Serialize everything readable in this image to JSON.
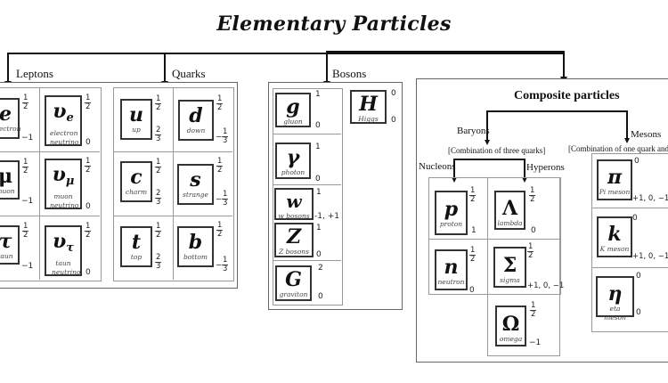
{
  "title": "Elementary Particles",
  "categories": {
    "leptons": "Leptons",
    "quarks": "Quarks",
    "bosons": "Bosons",
    "composite": "Composite particles"
  },
  "leptons": [
    {
      "symbol": "e",
      "sub": "",
      "name": "electron",
      "spin": [
        "1",
        "2"
      ],
      "charge": "−1"
    },
    {
      "symbol": "υ",
      "sub": "e",
      "name": "electron neutrino",
      "spin": [
        "1",
        "2"
      ],
      "charge": "0"
    },
    {
      "symbol": "μ",
      "sub": "",
      "name": "muon",
      "spin": [
        "1",
        "2"
      ],
      "charge": "−1"
    },
    {
      "symbol": "υ",
      "sub": "μ",
      "name": "muon neutrino",
      "spin": [
        "1",
        "2"
      ],
      "charge": "0"
    },
    {
      "symbol": "τ",
      "sub": "",
      "name": "taun",
      "spin": [
        "1",
        "2"
      ],
      "charge": "−1"
    },
    {
      "symbol": "υ",
      "sub": "τ",
      "name": "taun neutrino",
      "spin": [
        "1",
        "2"
      ],
      "charge": "0"
    }
  ],
  "quarks": [
    {
      "symbol": "u",
      "name": "up",
      "spin": [
        "1",
        "2"
      ],
      "charge": [
        "2",
        "3"
      ],
      "negative": false
    },
    {
      "symbol": "d",
      "name": "down",
      "spin": [
        "1",
        "2"
      ],
      "charge": [
        "1",
        "3"
      ],
      "negative": true
    },
    {
      "symbol": "c",
      "name": "charm",
      "spin": [
        "1",
        "2"
      ],
      "charge": [
        "2",
        "3"
      ],
      "negative": false
    },
    {
      "symbol": "s",
      "name": "strange",
      "spin": [
        "1",
        "2"
      ],
      "charge": [
        "1",
        "3"
      ],
      "negative": true
    },
    {
      "symbol": "t",
      "name": "top",
      "spin": [
        "1",
        "2"
      ],
      "charge": [
        "2",
        "3"
      ],
      "negative": false
    },
    {
      "symbol": "b",
      "name": "bottom",
      "spin": [
        "1",
        "2"
      ],
      "charge": [
        "1",
        "3"
      ],
      "negative": true
    }
  ],
  "bosons": [
    {
      "symbol": "g",
      "name": "gluon",
      "spin": "1",
      "charge": "0"
    },
    {
      "symbol": "γ",
      "name": "photon",
      "spin": "1",
      "charge": "0"
    },
    {
      "symbol": "w",
      "name": "w bosons",
      "spin": "1",
      "charge": "-1, +1"
    },
    {
      "symbol": "Z",
      "name": "Z bosons",
      "spin": "1",
      "charge": "0"
    },
    {
      "symbol": "G",
      "name": "graviton",
      "spin": "2",
      "charge": "0"
    },
    {
      "symbol": "H",
      "name": "Higgs",
      "spin": "0",
      "charge": "0"
    }
  ],
  "composite": {
    "baryons_label": "Baryons",
    "baryons_desc": "[Combination of three quarks]",
    "mesons_label": "Mesons",
    "mesons_desc": "[Combination of one quark and one",
    "nucleons_label": "Nucleons",
    "hyperons_label": "Hyperons",
    "nucleons": [
      {
        "symbol": "p",
        "name": "proton",
        "spin": [
          "1",
          "2"
        ],
        "charge": "1"
      },
      {
        "symbol": "n",
        "name": "neutron",
        "spin": [
          "1",
          "2"
        ],
        "charge": "0"
      }
    ],
    "hyperons": [
      {
        "symbol": "Λ",
        "name": "lambda",
        "spin": [
          "1",
          "2"
        ],
        "charge": "0"
      },
      {
        "symbol": "Σ",
        "name": "sigma",
        "spin": [
          "1",
          "2"
        ],
        "charge": "+1, 0, −1"
      },
      {
        "symbol": "Ω",
        "name": "omega",
        "spin": [
          "1",
          "2"
        ],
        "charge": "−1"
      }
    ],
    "mesons": [
      {
        "symbol": "π",
        "name": "Pi meson",
        "spin": "0",
        "charge": "+1, 0, −1"
      },
      {
        "symbol": "k",
        "name": "K meson",
        "spin": "0",
        "charge": "+1, 0, −1"
      },
      {
        "symbol": "η",
        "name": "eta meson",
        "spin": "0",
        "charge": "0"
      }
    ]
  }
}
